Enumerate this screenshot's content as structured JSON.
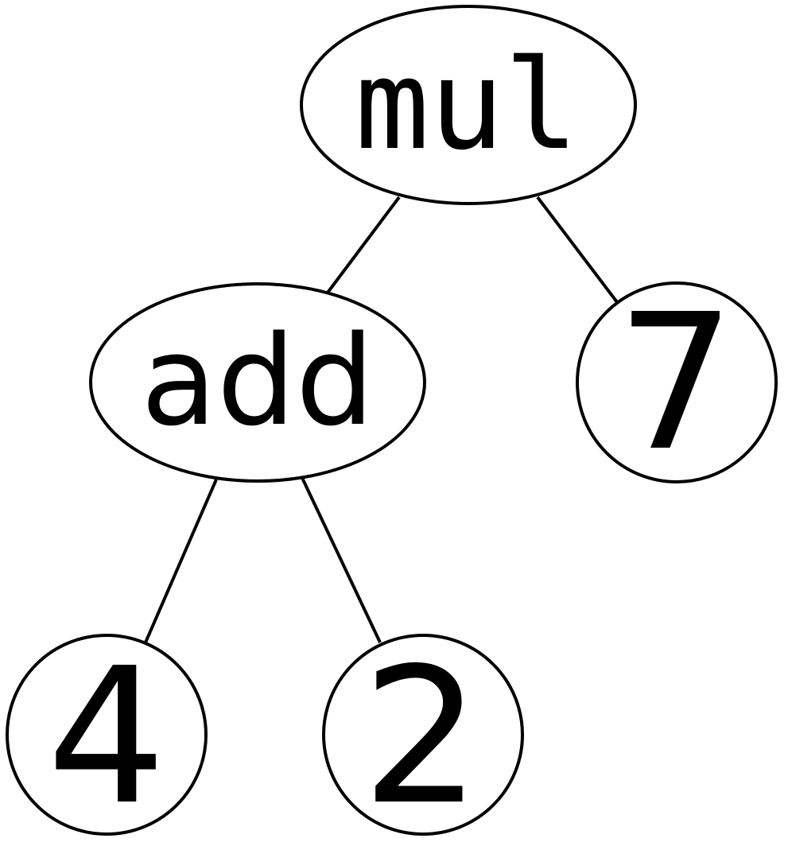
{
  "diagram": {
    "type": "expression-tree",
    "nodes": {
      "mul": {
        "label": "mul",
        "shape": "ellipse"
      },
      "add": {
        "label": "add",
        "shape": "ellipse"
      },
      "seven": {
        "label": "7",
        "shape": "circle"
      },
      "four": {
        "label": "4",
        "shape": "circle"
      },
      "two": {
        "label": "2",
        "shape": "circle"
      }
    },
    "edges": [
      {
        "from": "mul",
        "to": "add"
      },
      {
        "from": "mul",
        "to": "seven"
      },
      {
        "from": "add",
        "to": "four"
      },
      {
        "from": "add",
        "to": "two"
      }
    ],
    "colors": {
      "stroke": "#000000",
      "fill": "#ffffff",
      "text": "#000000"
    }
  }
}
